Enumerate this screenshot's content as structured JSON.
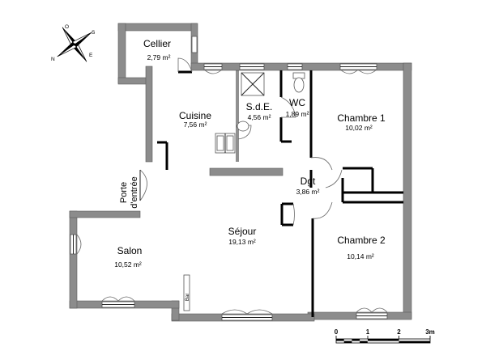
{
  "rooms": [
    {
      "id": "cellier",
      "name": "Cellier",
      "area": "2,79 m²"
    },
    {
      "id": "cuisine",
      "name": "Cuisine",
      "area": "7,56 m²"
    },
    {
      "id": "sde",
      "name": "S.d.E.",
      "area": "4,56 m²"
    },
    {
      "id": "wc",
      "name": "WC",
      "area": "1,89 m²"
    },
    {
      "id": "chambre1",
      "name": "Chambre 1",
      "area": "10,02 m²"
    },
    {
      "id": "dgt",
      "name": "Dgt",
      "area": "3,86 m²"
    },
    {
      "id": "sejour",
      "name": "Séjour",
      "area": "19,13 m²"
    },
    {
      "id": "chambre2",
      "name": "Chambre 2",
      "area": "10,14 m²"
    },
    {
      "id": "salon",
      "name": "Salon",
      "area": "10,52 m²"
    }
  ],
  "labels": {
    "entry_line1": "Porte",
    "entry_line2": "d'entrée",
    "bar": "Bar"
  },
  "compass": {
    "north": "N",
    "south": "S",
    "east": "E",
    "west": "O",
    "icon": "compass-rose-icon"
  },
  "scale": {
    "ticks": [
      "0",
      "1",
      "2",
      "3m"
    ]
  },
  "colors": {
    "wall": "#8c8c8c",
    "background": "#ffffff"
  }
}
